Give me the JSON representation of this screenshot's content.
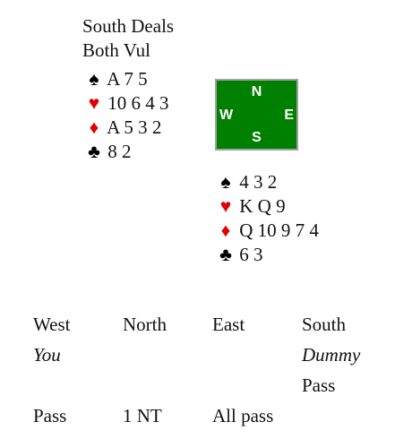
{
  "deal": {
    "dealer_text": "South Deals",
    "vulnerability_text": "Both Vul"
  },
  "north_hand": {
    "spades": "A 7 5",
    "hearts": "10 6 4 3",
    "diamonds": "A 5 3 2",
    "clubs": "8 2"
  },
  "east_hand": {
    "spades": "4 3 2",
    "hearts": "K Q 9",
    "diamonds": "Q 10 9 7 4",
    "clubs": "6 3"
  },
  "compass": {
    "n": "N",
    "s": "S",
    "w": "W",
    "e": "E"
  },
  "suits": {
    "spade": "♠",
    "heart": "♥",
    "diamond": "♦",
    "club": "♣"
  },
  "colors": {
    "compass_bg": "#008000",
    "red_suit": "#e00000",
    "black_suit": "#000000"
  },
  "bidding": {
    "headers": [
      "West",
      "North",
      "East",
      "South"
    ],
    "roles": [
      "You",
      "",
      "",
      "Dummy"
    ],
    "rows": [
      [
        "",
        "",
        "",
        "Pass"
      ],
      [
        "Pass",
        "1 NT",
        "All pass",
        ""
      ]
    ]
  }
}
